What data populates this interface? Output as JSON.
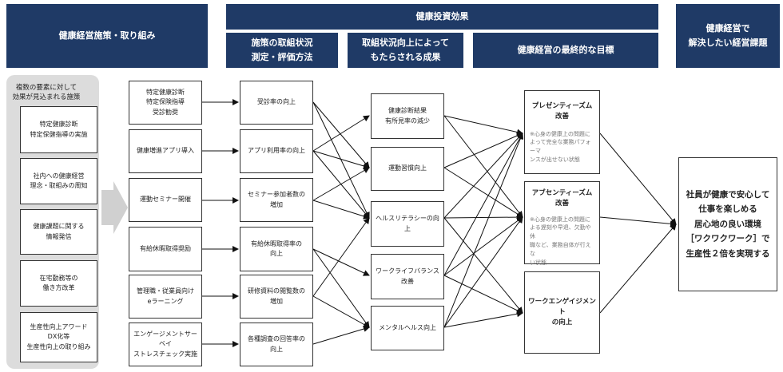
{
  "headers": {
    "initiatives": "健康経営施策・取り組み",
    "effect": "健康投資効果",
    "measure": "施策の取組状況\n測定・評価方法",
    "results": "取組状況向上によって\nもたらされる成果",
    "goal": "健康経営の最終的な目標",
    "issues": "健康経営で\n解決したい経営課題"
  },
  "panel": {
    "title": "複数の要素に対して\n効果が見込まれる施策",
    "items": [
      "特定健康診断\n特定保健指導の実施",
      "社内への健康経営\n理念・取組みの周知",
      "健康課題に関する\n情報発信",
      "在宅勤務等の\n働き方改革",
      "生産性向上アワード\nDX化等\n生産性向上の取り組み"
    ]
  },
  "initiatives": [
    "特定健康診断\n特定保険指導\n受診勧奨",
    "健康増進アプリ導入",
    "運動セミナー開催",
    "有給休暇取得奨励",
    "管理職・従業員向け\neラーニング",
    "エンゲージメントサーベイ\nストレスチェック実施"
  ],
  "measures": [
    "受診率の向上",
    "アプリ利用率の向上",
    "セミナー参加者数の\n増加",
    "有給休暇取得率の\n向上",
    "研修資料の閲覧数の\n増加",
    "各種調査の回答率の\n向上"
  ],
  "results": [
    "健康診断結果\n有所見率の減少",
    "運動習慣向上",
    "ヘルスリテラシーの向上",
    "ワークライフバランス\n改善",
    "メンタルヘルス向上"
  ],
  "outcomes": [
    {
      "title": "プレゼンティーズム\n改善",
      "note": "※心身の健康上の問題に\nよって完全な業務パフォーマ\nンスが出せない状態"
    },
    {
      "title": "アブセンティーズム\n改善",
      "note": "※心身の健康上の問題に\nよる遅刻や早退、欠勤や休\n職など、業務自体が行えな\nい状態"
    },
    {
      "title": "ワークエンゲイジメント\nの向上",
      "note": ""
    }
  ],
  "final": "社員が健康で安心して\n仕事を楽しめる\n居心地の良い環境\n［ワクワクワーク］で\n生産性２倍を実現する"
}
